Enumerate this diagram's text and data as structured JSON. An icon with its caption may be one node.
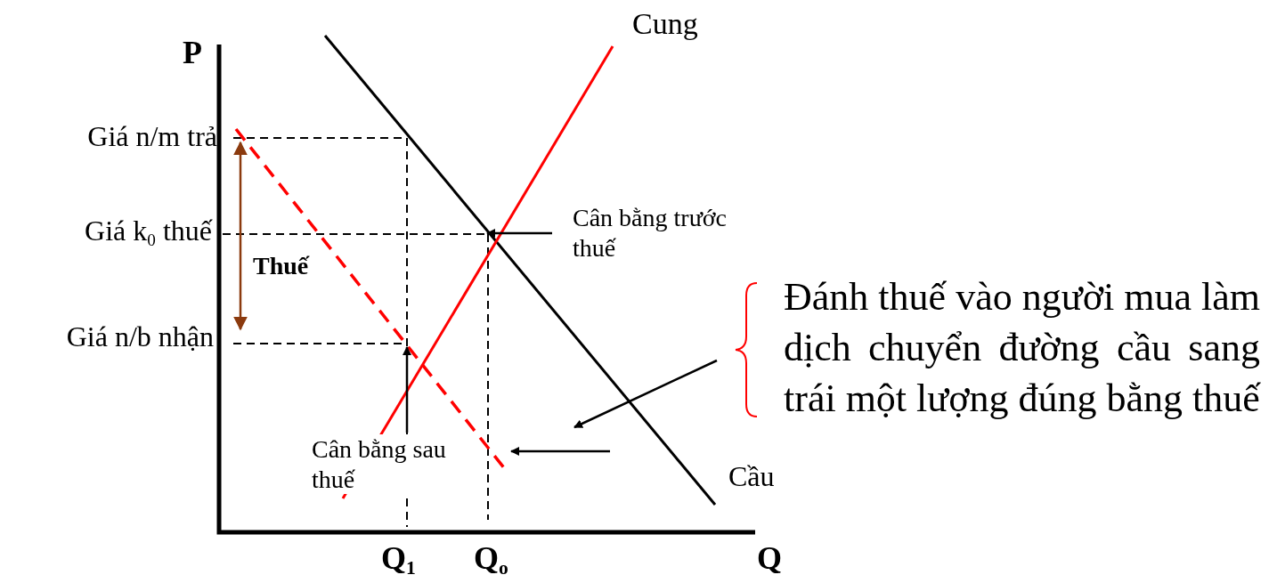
{
  "diagram": {
    "nodes": [
      {
        "text": [
          "Cân bằng trước thuế"
        ]
      },
      {
        "text": [
          "Đánh thuế vào người mua làm dịch chuyển đường cầu sang trái một lượng đúng bằng thuế"
        ]
      },
      {
        "text": [
          "Cân bằng sau thuế"
        ]
      },
      {
        "text": [],
        "shape": "line"
      }
    ],
    "edges": [
      {
        "from": 0,
        "to": 3,
        "arrow": "to"
      },
      {
        "from": 2,
        "to": 3,
        "arrow": "to"
      }
    ],
    "labels": [
      "P",
      "Cung",
      "Giá n/m trả",
      "Giá k$_{0}$ thuế",
      "Thuế",
      "Giá n/b nhận",
      "Cầu",
      "Q$_{1}$",
      "Q$_{o}$",
      "Q"
    ]
  }
}
